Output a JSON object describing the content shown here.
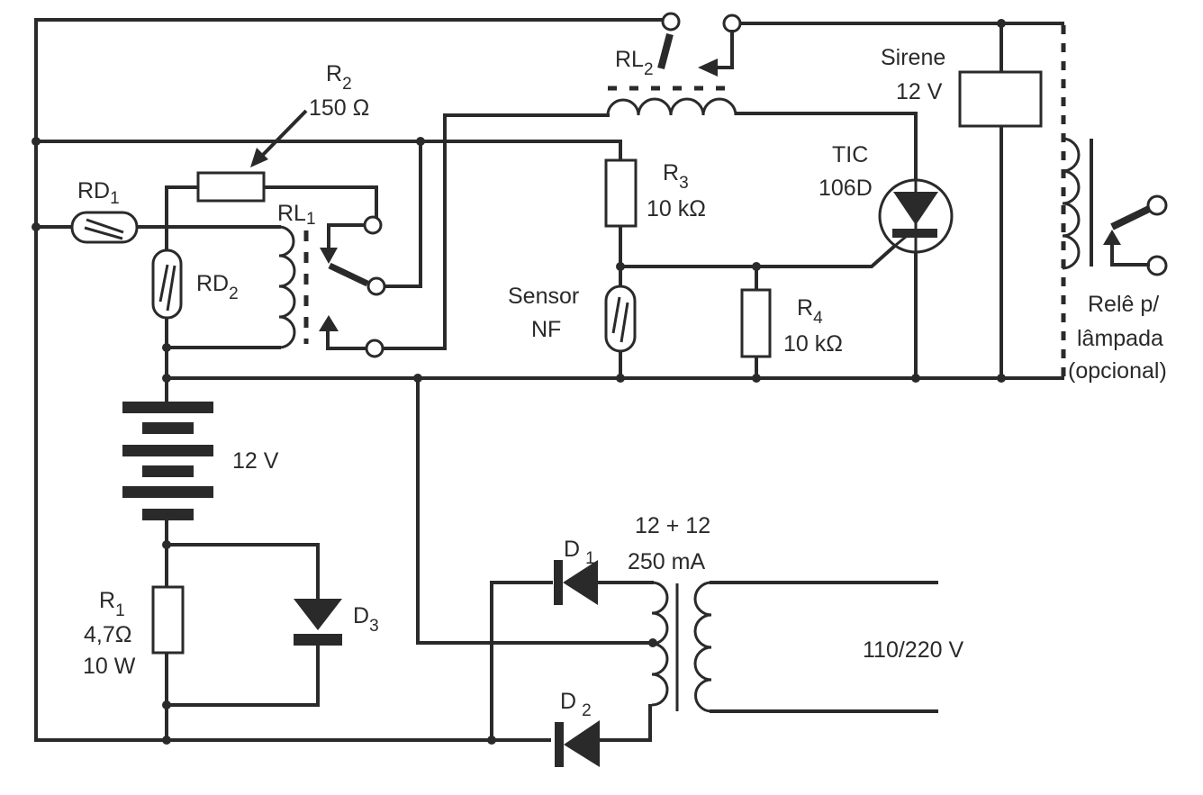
{
  "diagram": {
    "type": "electronic-schematic",
    "components": {
      "rl2": {
        "name": "RL",
        "sub": "2"
      },
      "r2": {
        "name": "R",
        "sub": "2",
        "value": "150 Ω"
      },
      "rd1": {
        "name": "RD",
        "sub": "1"
      },
      "rl1": {
        "name": "RL",
        "sub": "1"
      },
      "rd2": {
        "name": "RD",
        "sub": "2"
      },
      "r3": {
        "name": "R",
        "sub": "3",
        "value": "10 kΩ"
      },
      "scr": {
        "line1": "TIC",
        "line2": "106D"
      },
      "siren": {
        "line1": "Sirene",
        "line2": "12 V"
      },
      "sensor": {
        "line1": "Sensor",
        "line2": "NF"
      },
      "r4": {
        "name": "R",
        "sub": "4",
        "value": "10 kΩ"
      },
      "lamp_relay": {
        "line1": "Relê p/",
        "line2": "lâmpada",
        "line3": "(opcional)"
      },
      "battery": {
        "value": "12 V"
      },
      "r1": {
        "name": "R",
        "sub": "1",
        "value": "4,7Ω",
        "power": "10 W"
      },
      "d3": {
        "name": "D",
        "sub": "3"
      },
      "d1": {
        "name": "D",
        "sub": "1"
      },
      "d2": {
        "name": "D",
        "sub": "2"
      },
      "transformer": {
        "line1": "12 + 12",
        "line2": "250 mA"
      },
      "mains": {
        "value": "110/220 V"
      }
    }
  }
}
